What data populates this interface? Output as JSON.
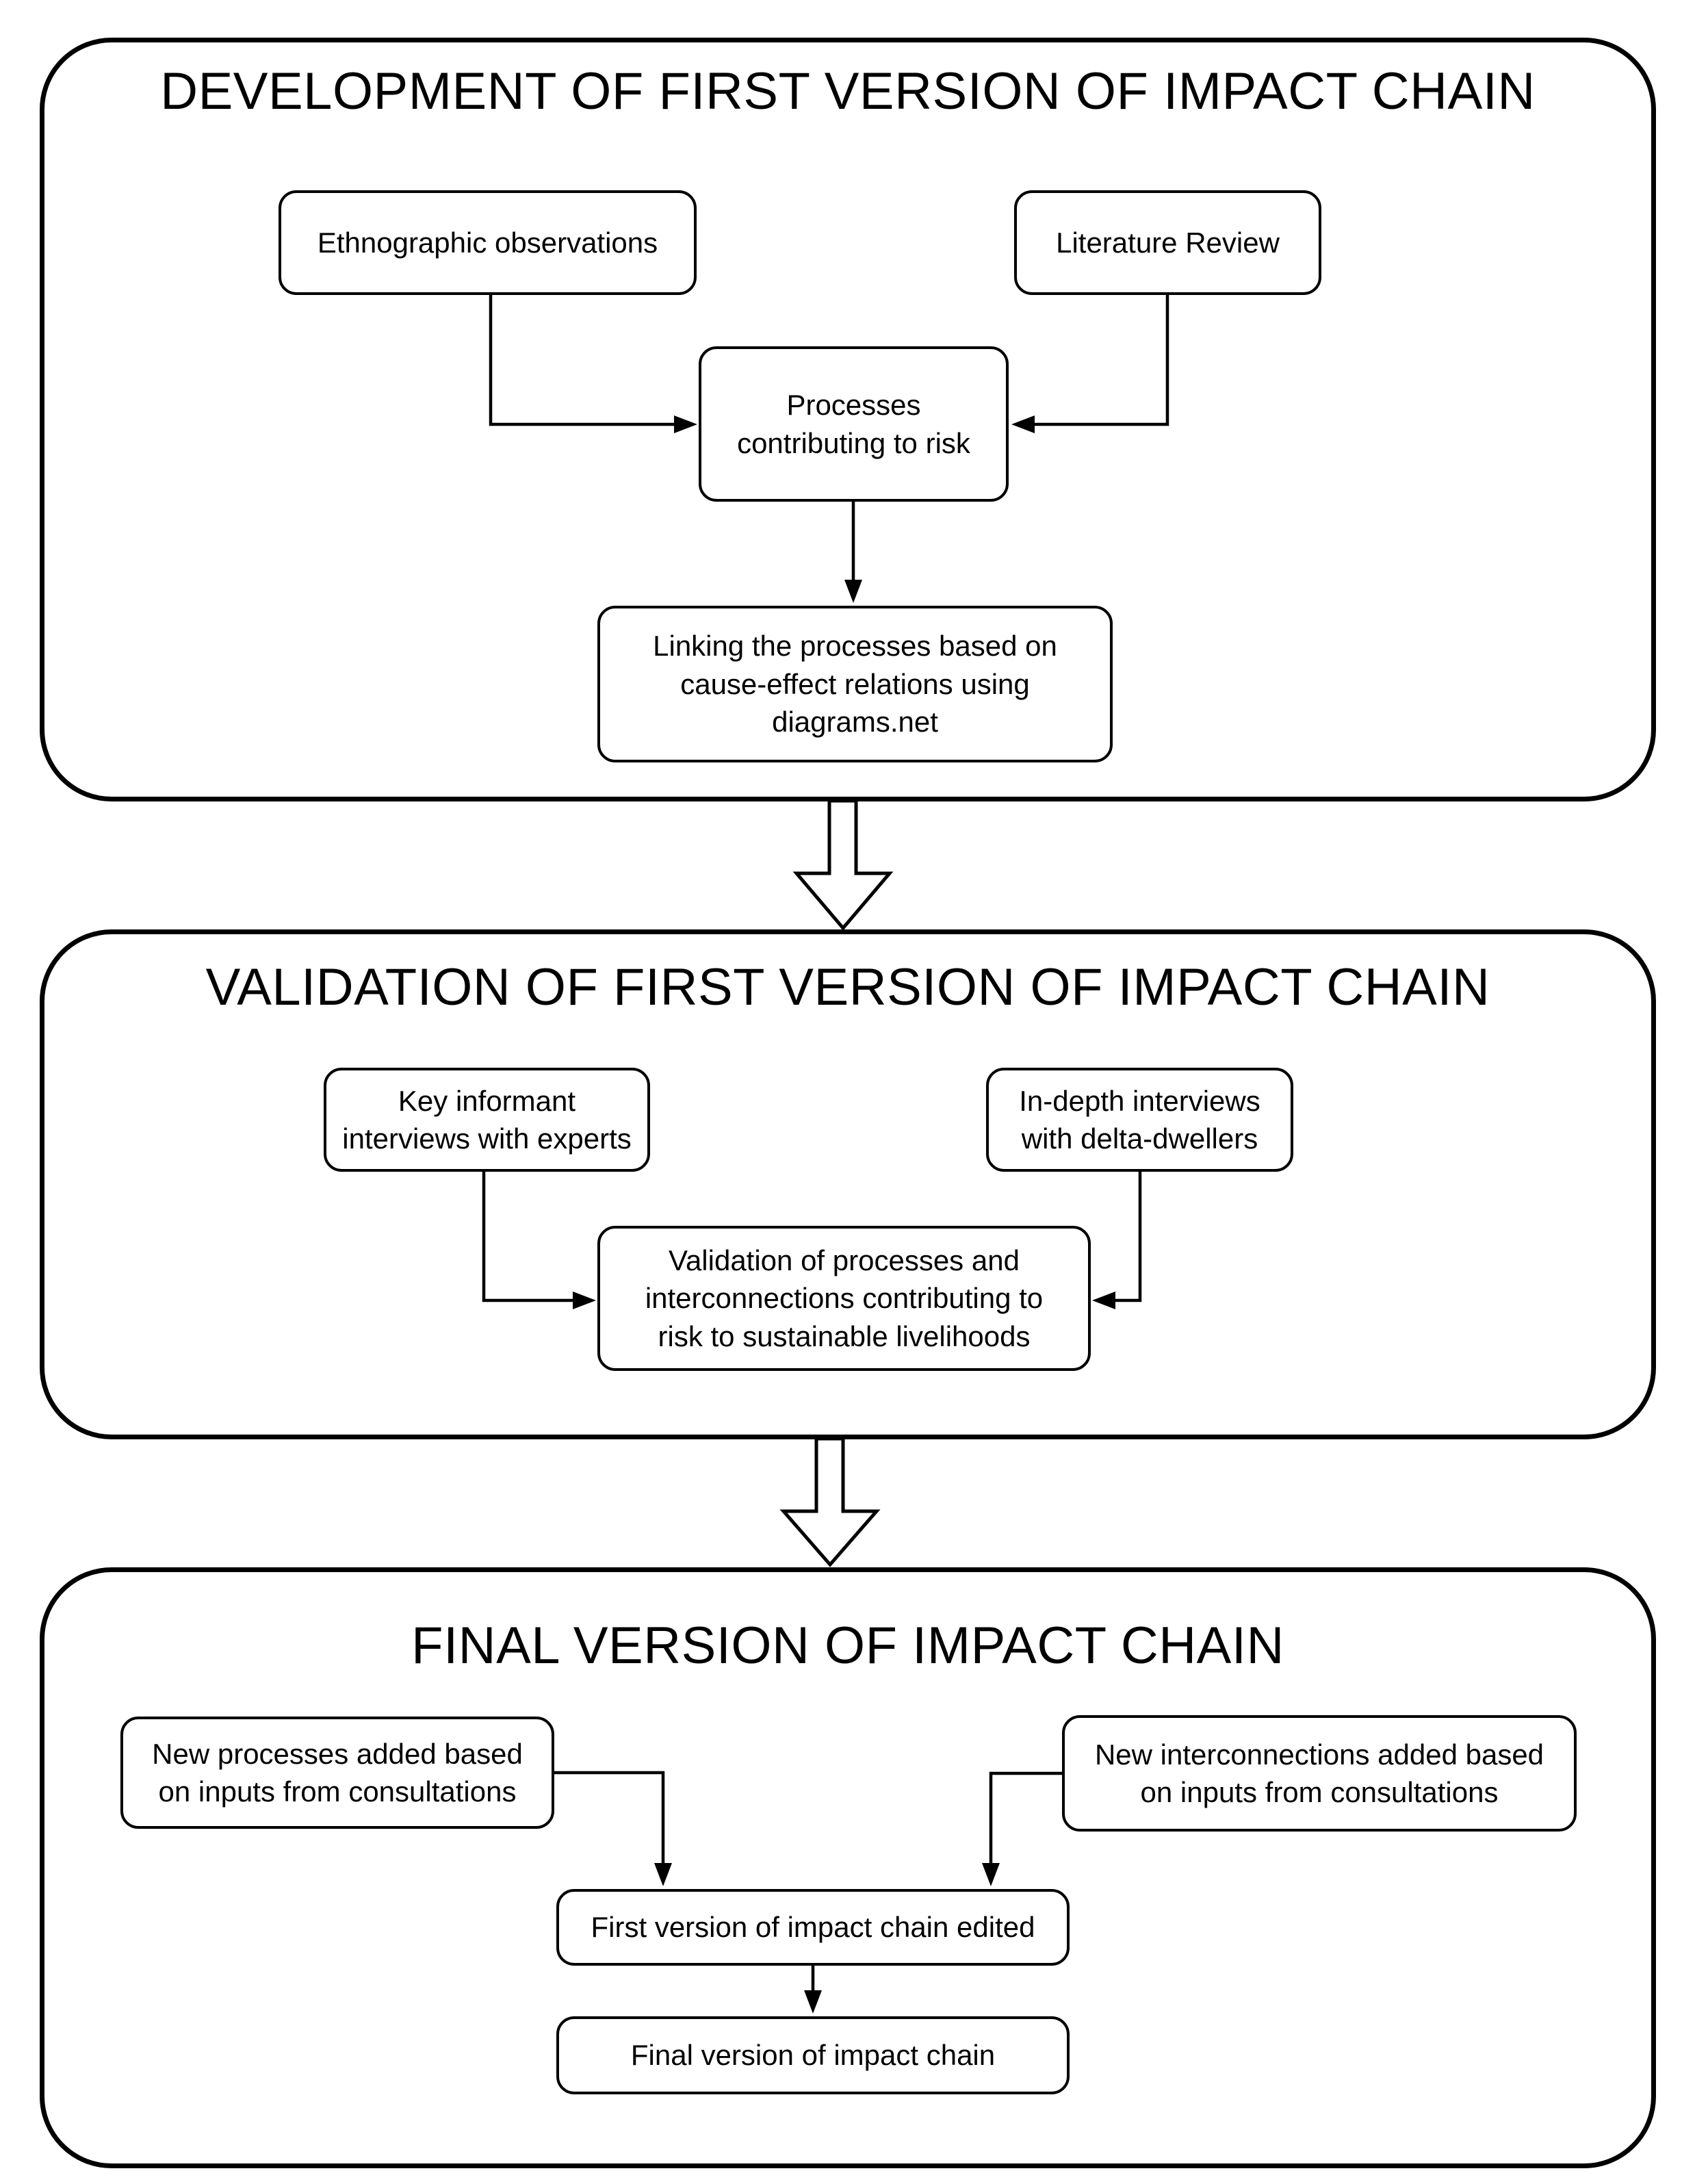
{
  "colors": {
    "ink": "#000000",
    "paper": "#ffffff"
  },
  "sections": {
    "development": {
      "title": "DEVELOPMENT OF FIRST VERSION OF IMPACT CHAIN",
      "nodes": {
        "ethnographic": "Ethnographic observations",
        "literature": "Literature Review",
        "processes": "Processes\ncontributing to risk",
        "linking": "Linking the processes based on\ncause-effect relations using\ndiagrams.net"
      }
    },
    "validation": {
      "title": "VALIDATION OF FIRST VERSION OF IMPACT CHAIN",
      "nodes": {
        "key_informant": "Key informant\ninterviews with experts",
        "in_depth": "In-depth interviews\nwith delta-dwellers",
        "outcome": "Validation of processes and\ninterconnections contributing to\nrisk to sustainable livelihoods"
      }
    },
    "final": {
      "title": "FINAL VERSION OF IMPACT CHAIN",
      "nodes": {
        "new_processes": "New processes added based\non inputs from consultations",
        "new_interconnections": "New interconnections added based\non inputs from consultations",
        "first_version": "First version of impact chain edited",
        "final_version": "Final version of impact chain"
      }
    }
  }
}
